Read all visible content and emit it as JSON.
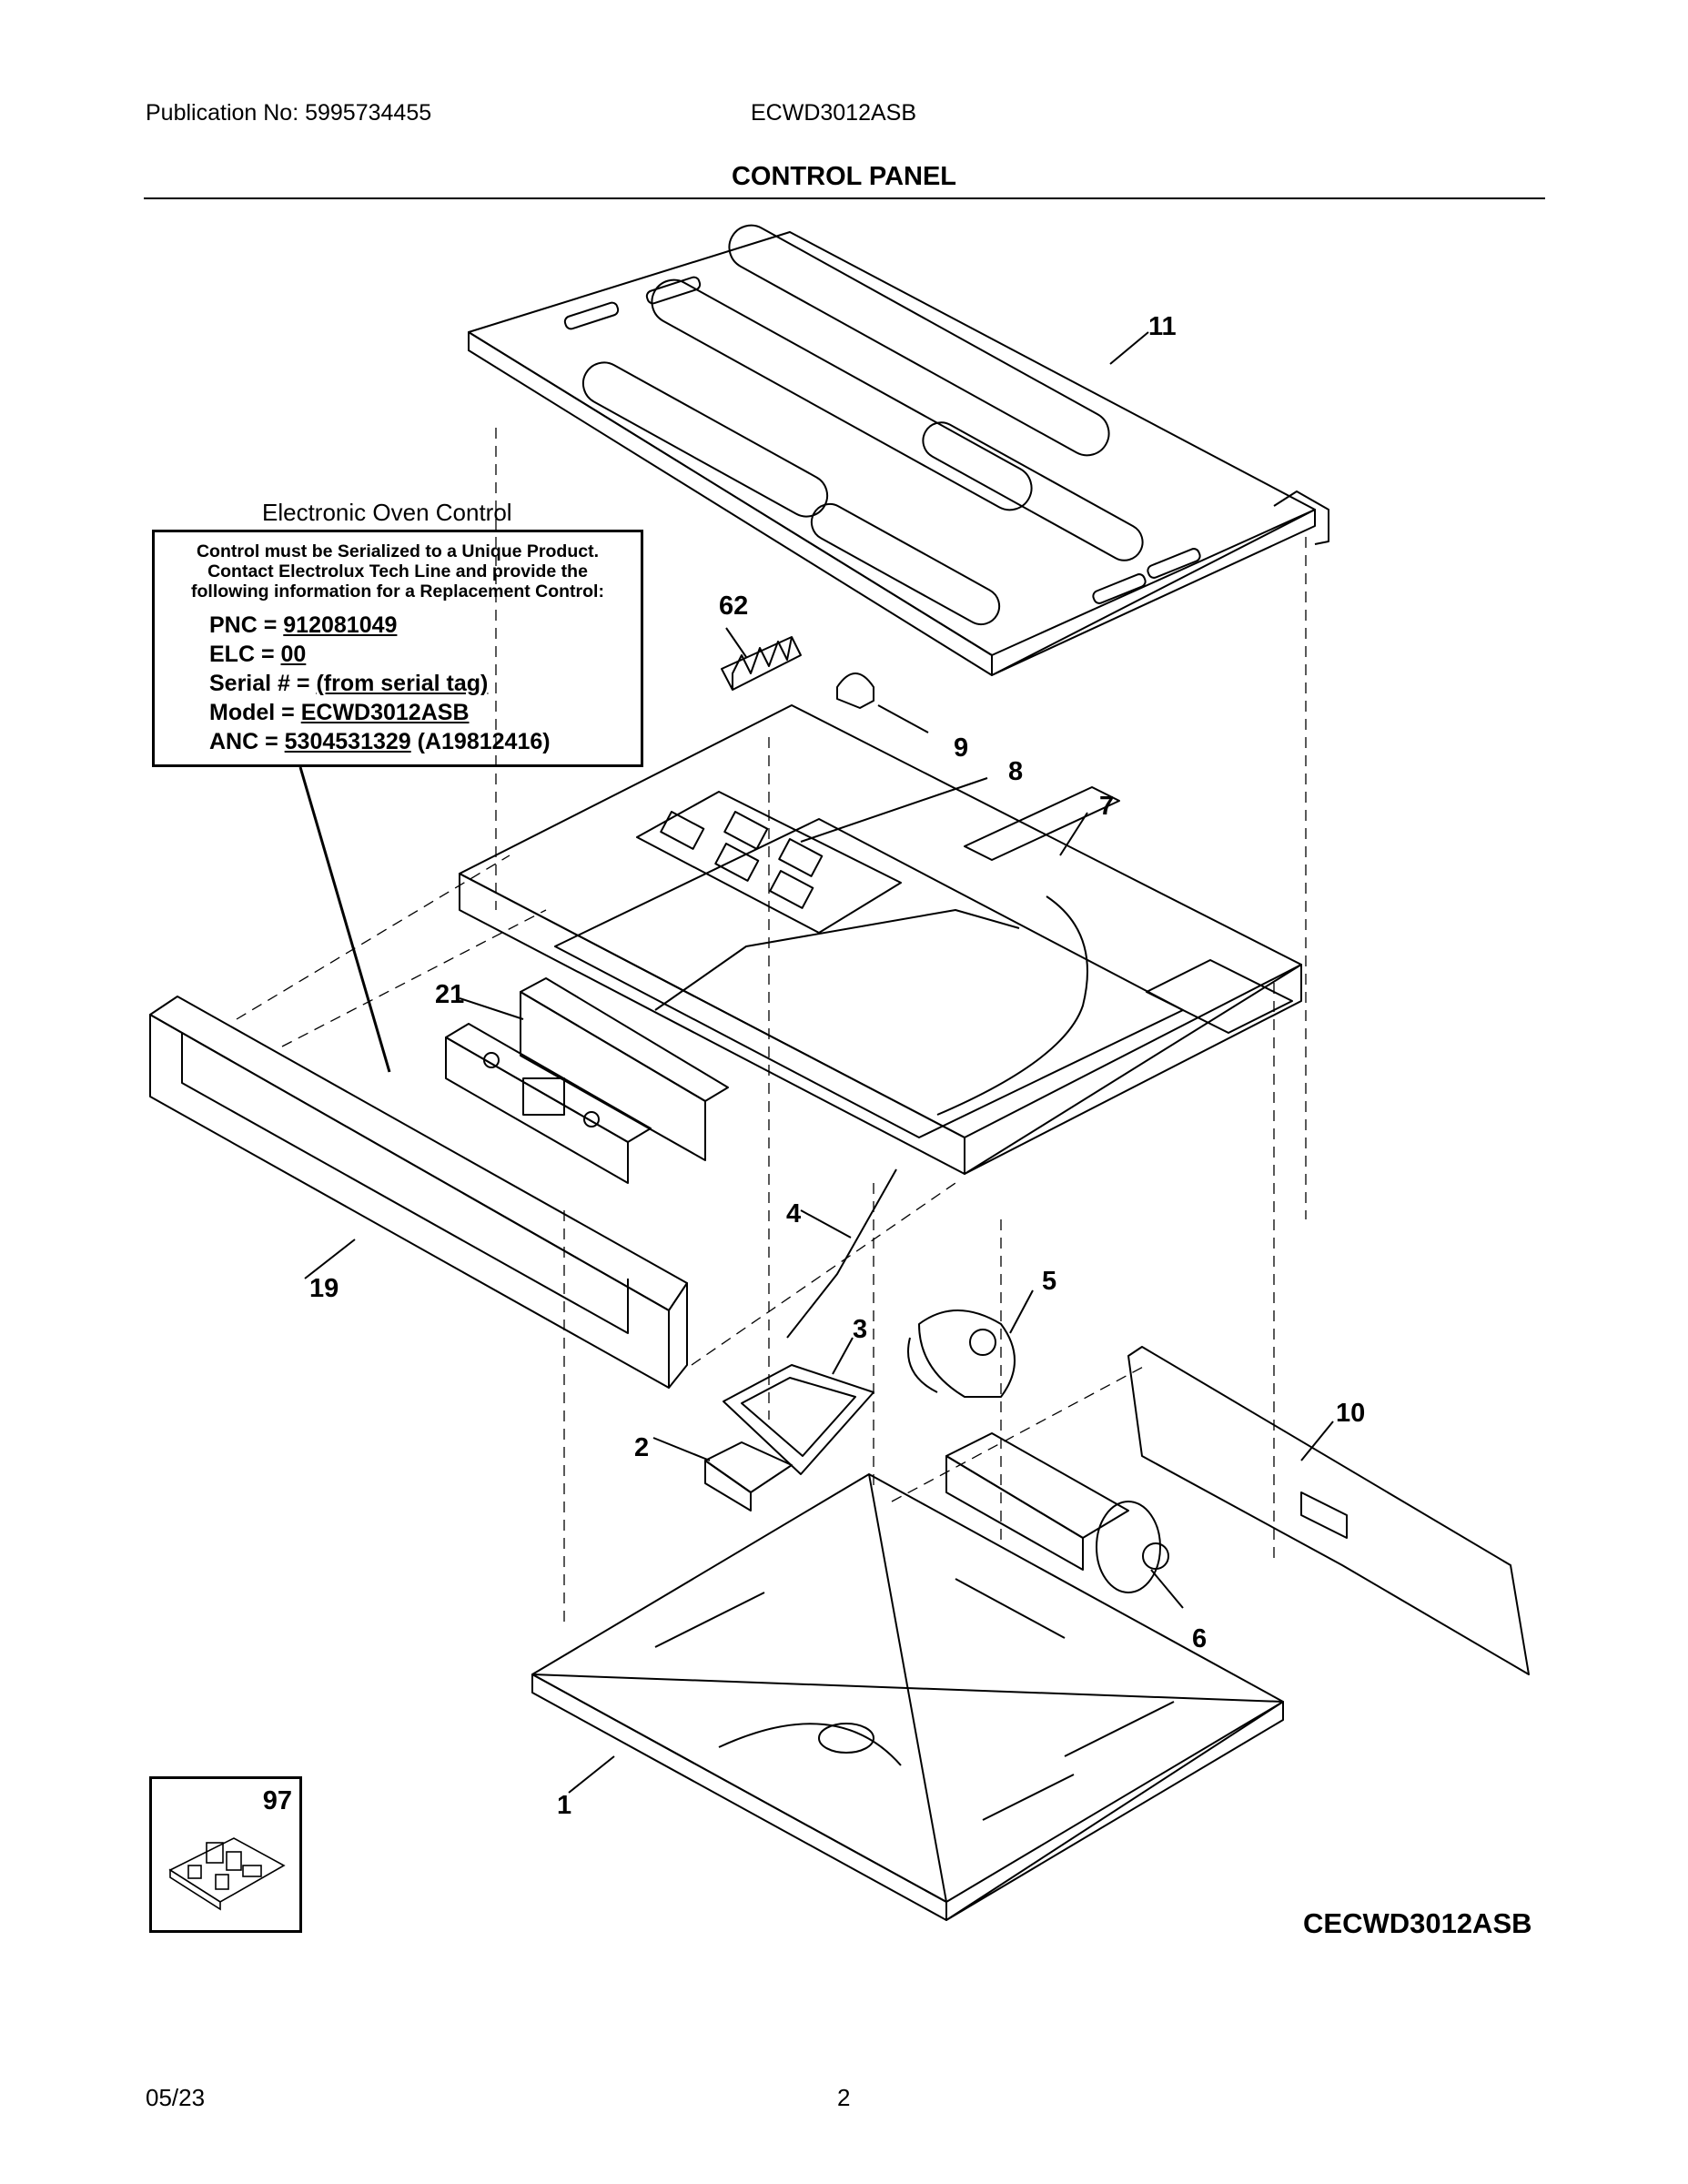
{
  "header": {
    "publication": "Publication No: 5995734455",
    "model": "ECWD3012ASB",
    "section_title": "CONTROL PANEL"
  },
  "eoc": {
    "title": "Electronic Oven Control",
    "note": [
      "Control must be Serialized to a Unique Product.",
      "Contact Electrolux Tech Line and provide the",
      "following information for a Replacement Control:"
    ],
    "fields": [
      {
        "label": "PNC = ",
        "value": "912081049",
        "suffix": ""
      },
      {
        "label": "ELC = ",
        "value": "00",
        "suffix": ""
      },
      {
        "label": "Serial # = ",
        "value": "(from serial tag)",
        "suffix": ""
      },
      {
        "label": "Model = ",
        "value": "ECWD3012ASB",
        "suffix": ""
      },
      {
        "label": "ANC = ",
        "value": "5304531329",
        "suffix": " (A19812416)"
      }
    ]
  },
  "callouts": {
    "p11": "11",
    "p62": "62",
    "p9": "9",
    "p8": "8",
    "p7": "7",
    "p21": "21",
    "p19": "19",
    "p4": "4",
    "p5": "5",
    "p3": "3",
    "p10": "10",
    "p2": "2",
    "p6": "6",
    "p1": "1"
  },
  "reference_box": {
    "number": "97"
  },
  "drawing_code": "CECWD3012ASB",
  "footer": {
    "date": "05/23",
    "page": "2"
  }
}
